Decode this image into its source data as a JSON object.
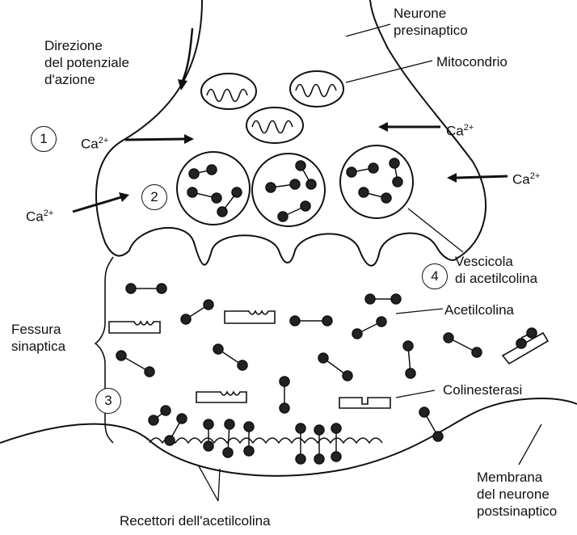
{
  "labels": {
    "presynaptic_neuron": "Neurone\npresinaptico",
    "mitochondrion": "Mitocondrio",
    "action_potential_direction": "Direzione\ndel potenziale\nd'azione",
    "calcium_ion": "Ca",
    "calcium_charge": "2+",
    "vesicle": "Vescicola\ndi acetilcolina",
    "acetylcholine": "Acetilcolina",
    "synaptic_cleft": "Fessura\nsinaptica",
    "cholinesterase": "Colinesterasi",
    "postsynaptic_membrane": "Membrana\ndel neurone\npostsinaptico",
    "receptors": "Recettori dell'acetilcolina"
  },
  "steps": [
    "1",
    "2",
    "3",
    "4"
  ],
  "colors": {
    "ink": "#111111",
    "background": "#ffffff",
    "molecule_fill": "#222222"
  }
}
